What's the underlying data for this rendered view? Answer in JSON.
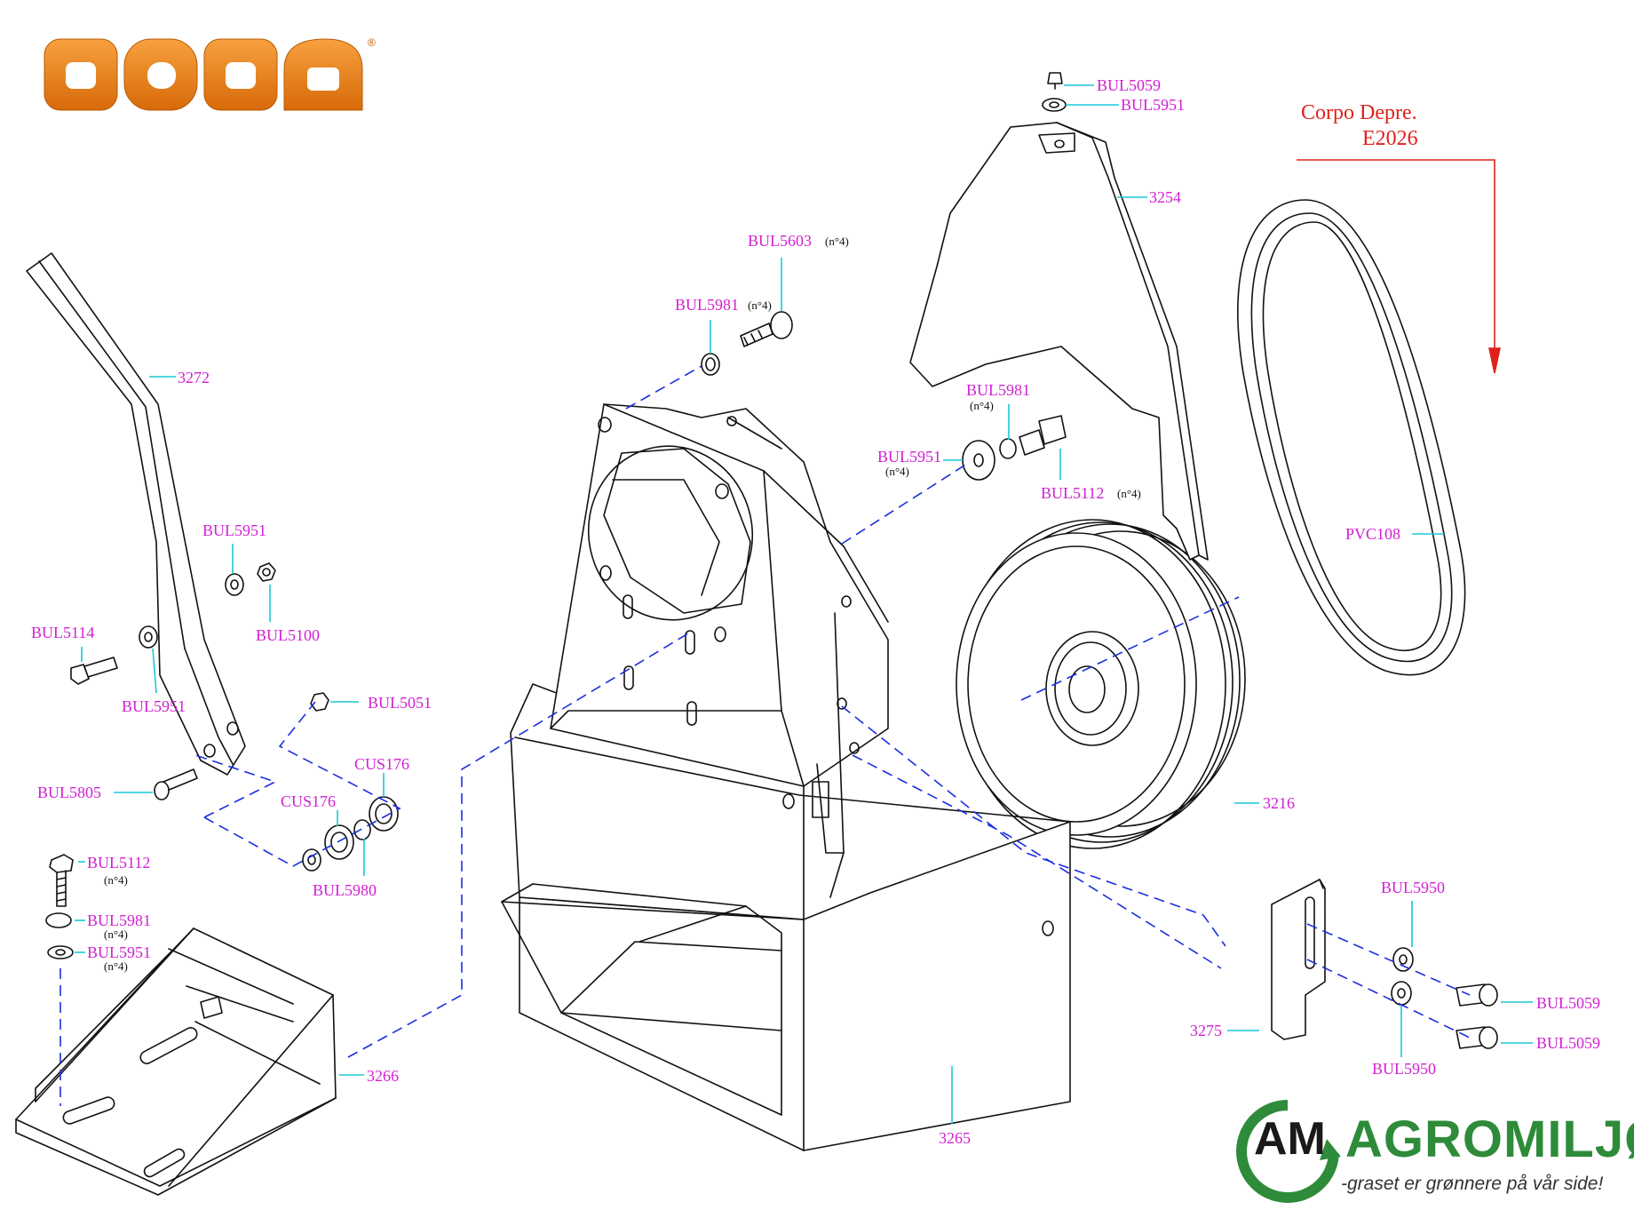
{
  "brand": {
    "name": "DODA",
    "mark": "®"
  },
  "header_note": {
    "line1": "Corpo Depre.",
    "line2": "E2026"
  },
  "dealer": {
    "initials": "AM",
    "name": "AGROMILJØ",
    "slogan": "-graset er grønnere på vår side!"
  },
  "colors": {
    "label": "#d21fd2",
    "leader": "#18c8d8",
    "assembly_line": "#1a2ee0",
    "note": "#e0201a",
    "brand_orange": "#ee7d12",
    "dealer_green": "#2e8b3a"
  },
  "labels": {
    "l01": "BUL5059",
    "l02": "BUL5951",
    "l03": "3254",
    "l04": "BUL5603",
    "l05": "BUL5981",
    "l06": "3272",
    "l07": "BUL5981",
    "l08": "BUL5951",
    "l09": "BUL5112",
    "l10": "PVC108",
    "l11": "BUL5951",
    "l12": "BUL5100",
    "l13": "BUL5114",
    "l14": "BUL5951",
    "l15": "BUL5051",
    "l16": "CUS176",
    "l17": "CUS176",
    "l18": "BUL5805",
    "l19": "BUL5980",
    "l20": "BUL5112",
    "l21": "BUL5981",
    "l22": "BUL5951",
    "l23": "3216",
    "l24": "BUL5950",
    "l25": "BUL5059",
    "l26": "BUL5059",
    "l27": "3275",
    "l28": "BUL5950",
    "l29": "3266",
    "l30": "3265"
  },
  "qty": {
    "q01": "(n°4)",
    "q02": "(n°4)",
    "q03": "(n°4)",
    "q04": "(n°4)",
    "q05": "(n°4)",
    "q06": "(n°4)",
    "q07": "(n°4)",
    "q08": "(n°4)"
  }
}
